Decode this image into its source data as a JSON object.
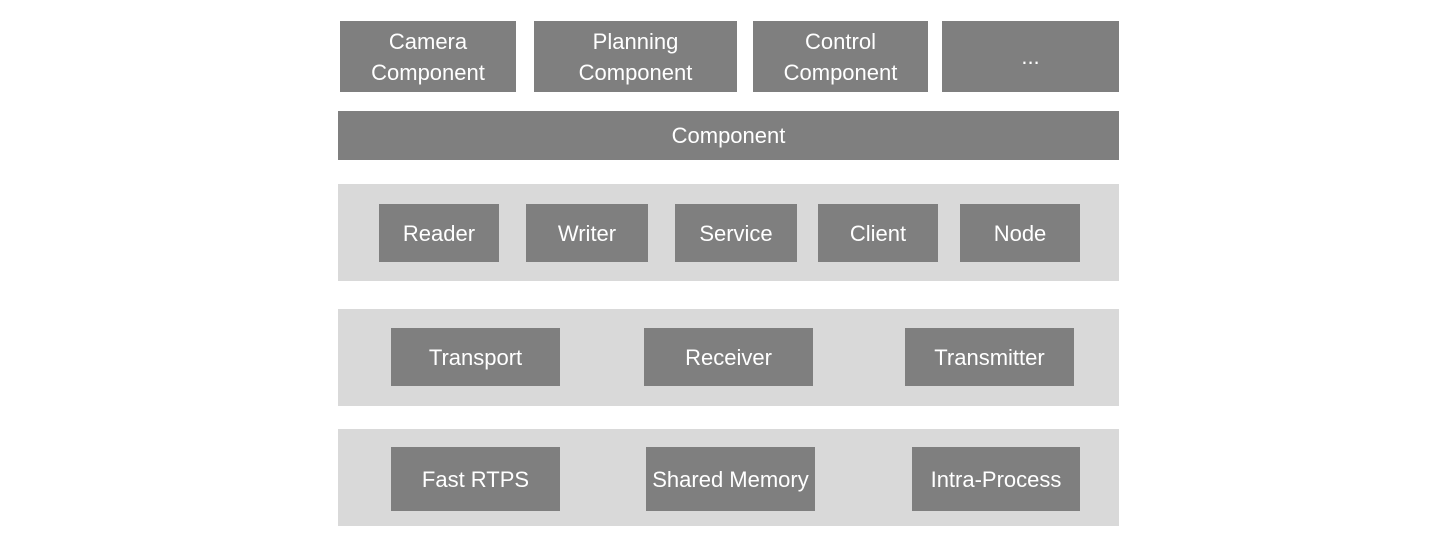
{
  "colors": {
    "box_fill": "#7f7f7f",
    "layer_fill": "#d9d9d9",
    "text": "#ffffff",
    "background": "#ffffff"
  },
  "top_row": {
    "camera": "Camera\nComponent",
    "planning": "Planning\nComponent",
    "control": "Control\nComponent",
    "more": "..."
  },
  "component_bar": {
    "label": "Component"
  },
  "node_layer": {
    "reader": "Reader",
    "writer": "Writer",
    "service": "Service",
    "client": "Client",
    "node": "Node"
  },
  "transport_layer": {
    "transport": "Transport",
    "receiver": "Receiver",
    "transmitter": "Transmitter"
  },
  "backend_layer": {
    "fast_rtps": "Fast RTPS",
    "shared_memory": "Shared Memory",
    "intra_process": "Intra-Process"
  }
}
